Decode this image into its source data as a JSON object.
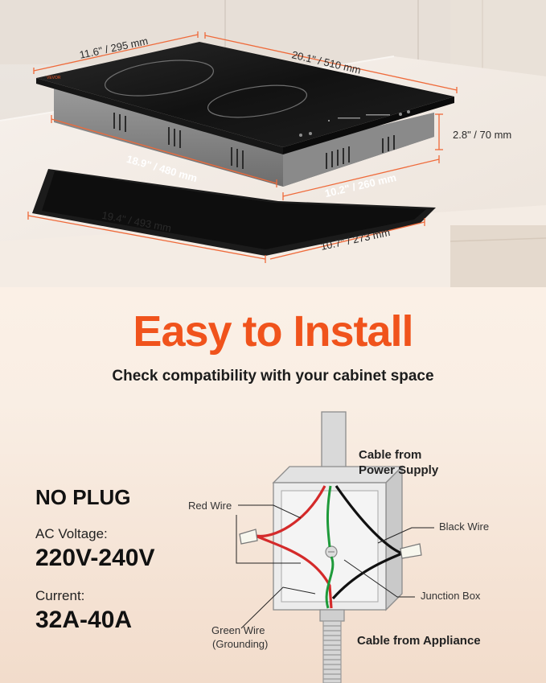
{
  "dimensions": {
    "top_width": "11.6\" / 295 mm",
    "top_length": "20.1\" / 510 mm",
    "height": "2.8\" / 70 mm",
    "cutout_length": "18.9\" / 480 mm",
    "cutout_width": "10.2\" / 260 mm",
    "tray_length": "19.4\" / 493 mm",
    "tray_width": "10.7\" / 273 mm"
  },
  "headline": "Easy to Install",
  "subheadline": "Check compatibility with your cabinet space",
  "specs": {
    "plug": "NO PLUG",
    "voltage_label": "AC Voltage:",
    "voltage_value": "220V-240V",
    "current_label": "Current:",
    "current_value": "32A-40A"
  },
  "wiring": {
    "cable_supply": "Cable from Power Supply",
    "red_wire": "Red Wire",
    "black_wire": "Black Wire",
    "junction_box": "Junction Box",
    "green_wire": "Green Wire",
    "grounding": "(Grounding)",
    "cable_appliance": "Cable from Appliance"
  },
  "colors": {
    "accent": "#f0531c",
    "dimension_line": "#ef6a3a",
    "red_wire": "#d42a2a",
    "black_wire": "#111111",
    "green_wire": "#1e9a3a"
  }
}
